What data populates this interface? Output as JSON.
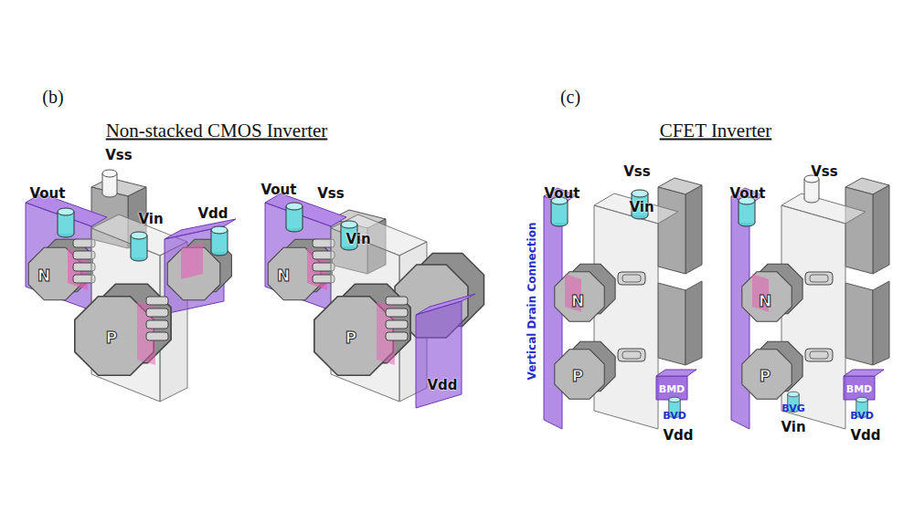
{
  "diagram": {
    "labels": [
      "(b)",
      "Non-stacked CMOS Inverter",
      "(c)",
      "CFET Inverter",
      "Vss",
      "Vout",
      "Vin",
      "Vdd",
      "N",
      "P",
      "Vout",
      "Vss",
      "Vin",
      "N",
      "P",
      "Vdd",
      "Vout",
      "Vss",
      "Vin",
      "Vertical Drain Connection",
      "N",
      "P",
      "BMD",
      "BVD",
      "Vdd",
      "Vout",
      "Vss",
      "N",
      "P",
      "BMD",
      "BVG",
      "BVD",
      "Vin",
      "Vdd"
    ]
  }
}
